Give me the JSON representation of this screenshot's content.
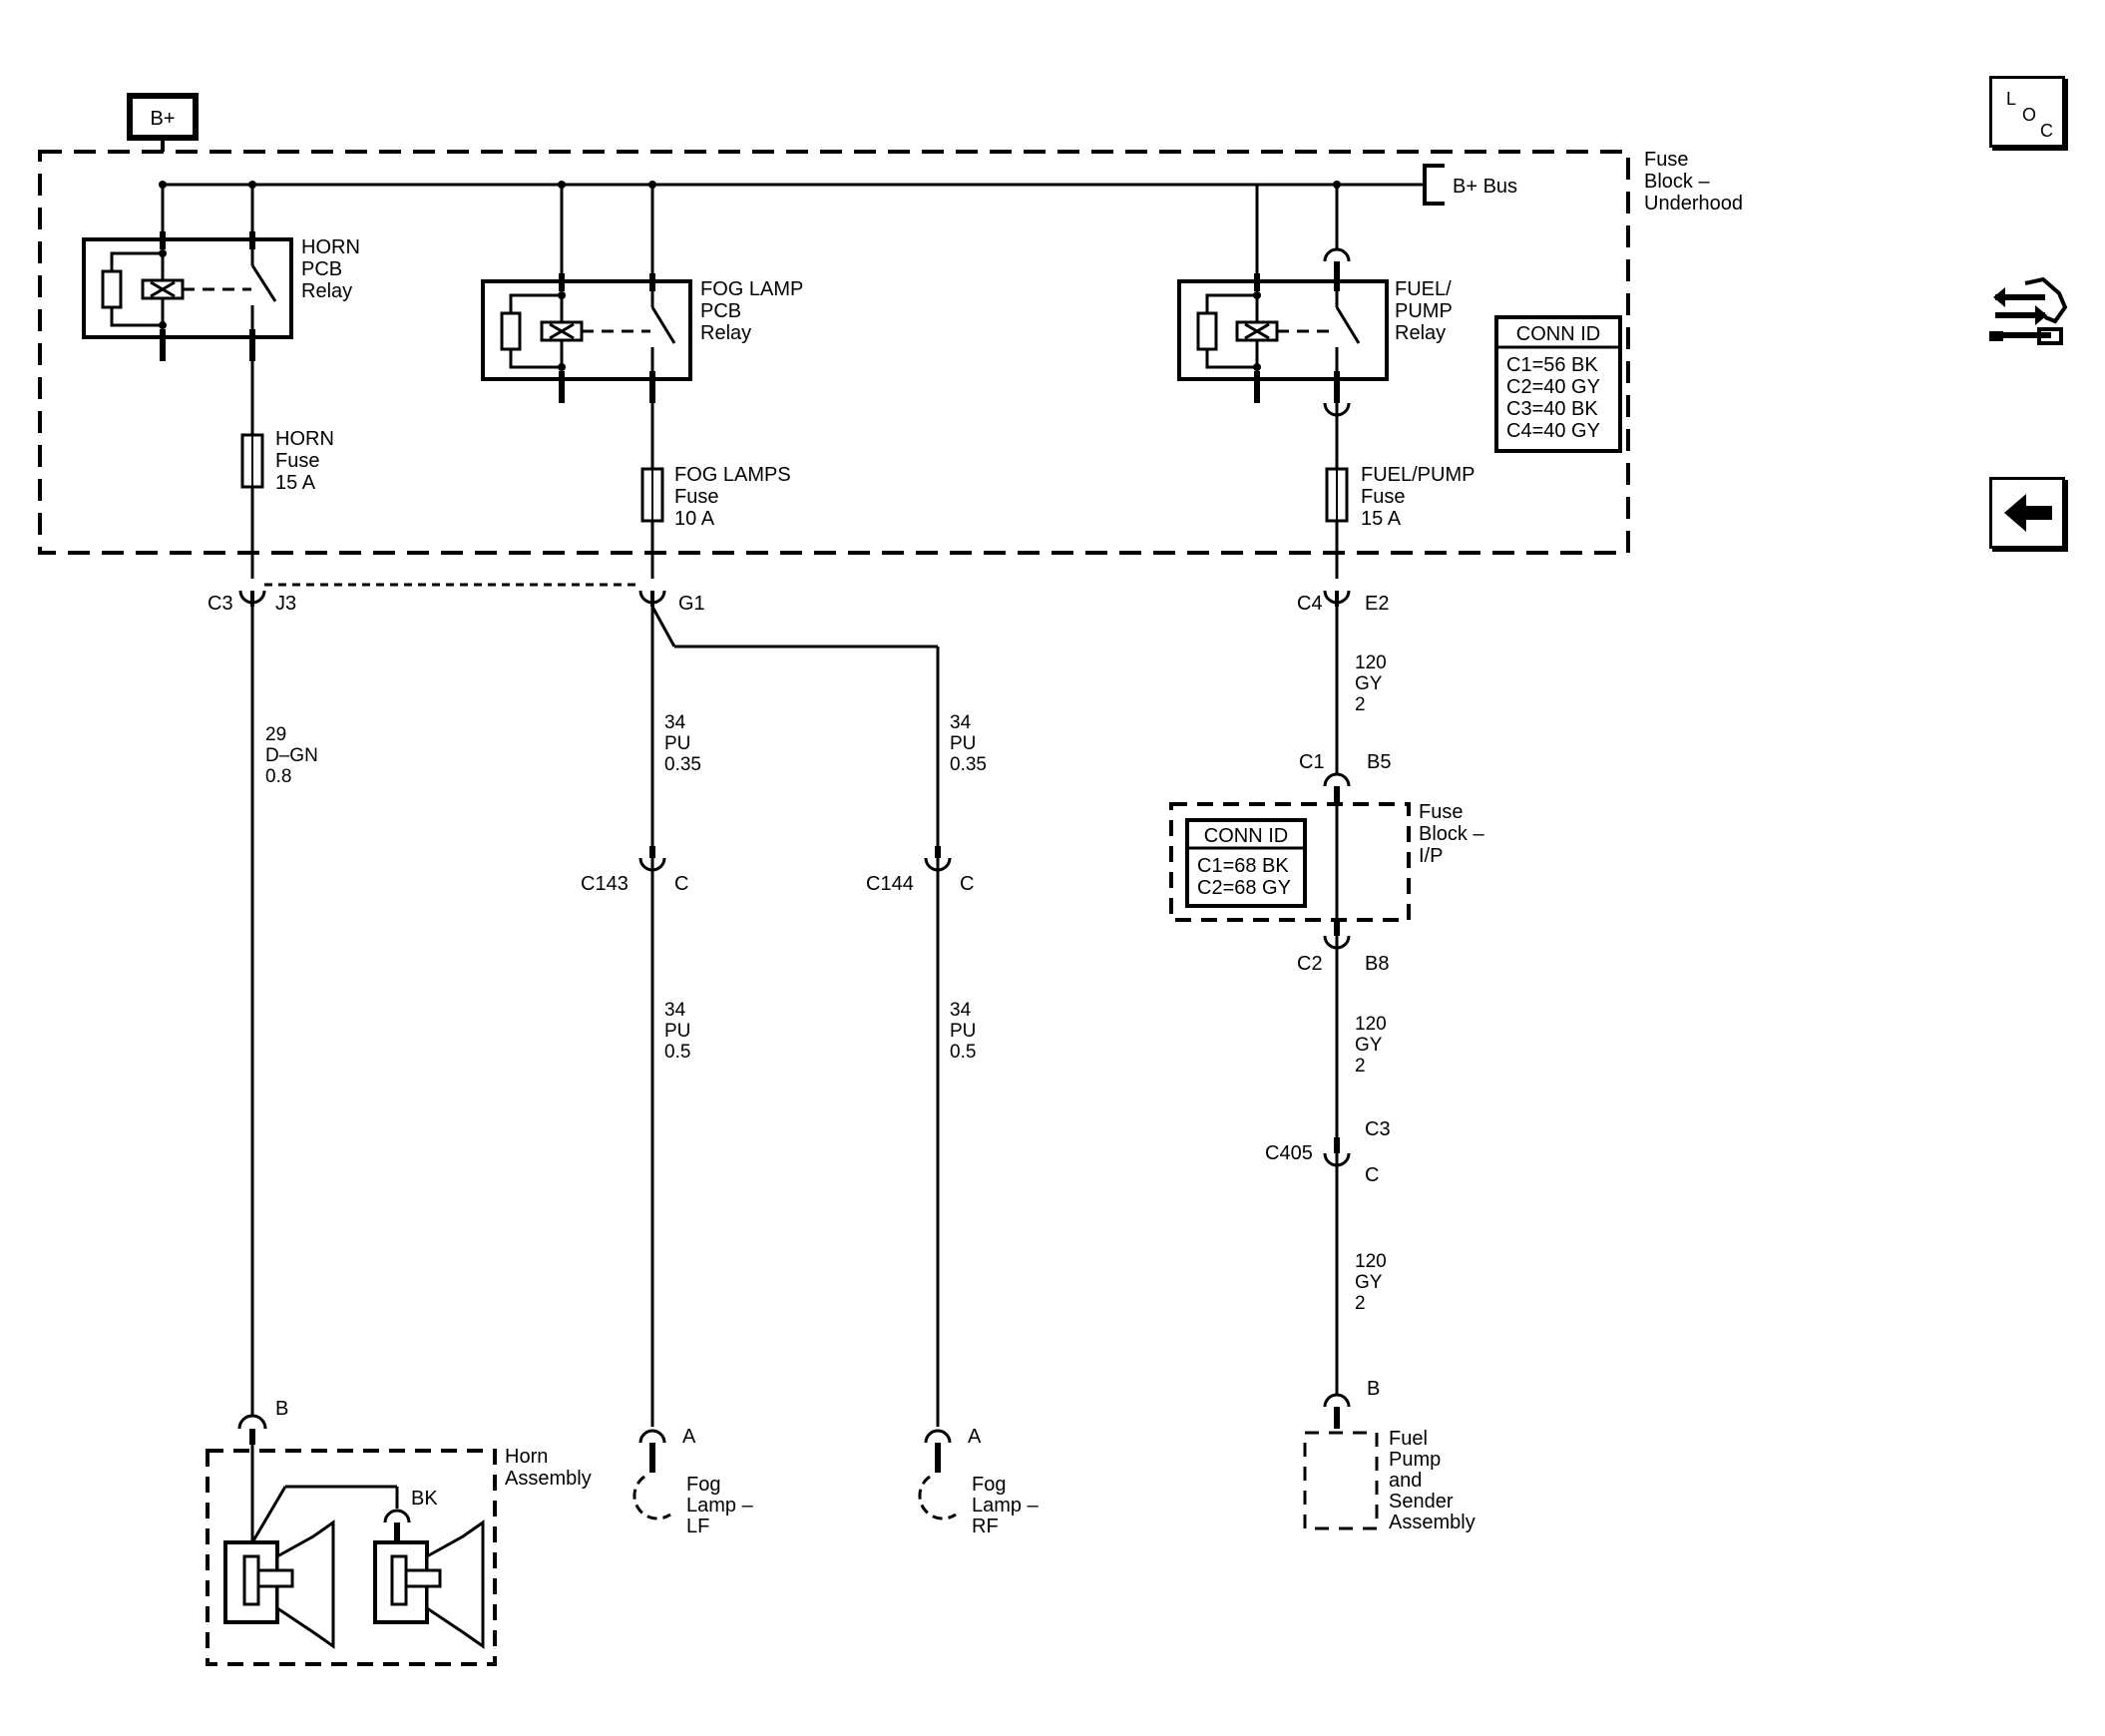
{
  "power": {
    "b_plus": "B+",
    "b_plus_bus": "B+ Bus"
  },
  "fuse_block_underhood": {
    "line1": "Fuse",
    "line2": "Block –",
    "line3": "Underhood"
  },
  "relays": {
    "horn": {
      "line1": "HORN",
      "line2": "PCB",
      "line3": "Relay"
    },
    "fog": {
      "line1": "FOG LAMP",
      "line2": "PCB",
      "line3": "Relay"
    },
    "fuel": {
      "line1": "FUEL/",
      "line2": "PUMP",
      "line3": "Relay"
    }
  },
  "fuses": {
    "horn": {
      "line1": "HORN",
      "line2": "Fuse",
      "line3": "15 A"
    },
    "fog": {
      "line1": "FOG LAMPS",
      "line2": "Fuse",
      "line3": "10 A"
    },
    "fuel": {
      "line1": "FUEL/PUMP",
      "line2": "Fuse",
      "line3": "15 A"
    }
  },
  "conn_id_underhood": {
    "title": "CONN ID",
    "rows": [
      "C1=56 BK",
      "C2=40 GY",
      "C3=40 BK",
      "C4=40 GY"
    ]
  },
  "conn_id_ip": {
    "title": "CONN ID",
    "rows": [
      "C1=68 BK",
      "C2=68 GY"
    ]
  },
  "fuse_block_ip": {
    "line1": "Fuse",
    "line2": "Block –",
    "line3": "I/P"
  },
  "connectors": {
    "horn_c3": "C3",
    "horn_j3": "J3",
    "fog_g1": "G1",
    "fuel_c4": "C4",
    "fuel_e2": "E2",
    "ip_c1": "C1",
    "ip_b5": "B5",
    "ip_c2": "C2",
    "ip_b8": "B8",
    "c405": "C405",
    "c405_c3": "C3",
    "c405_c": "C",
    "c143": "C143",
    "c143_c": "C",
    "c144": "C144",
    "c144_c": "C",
    "horn_b": "B",
    "horn_bk": "BK",
    "fog_lf_a": "A",
    "fog_rf_a": "A",
    "fuel_b": "B"
  },
  "wires": {
    "horn": [
      "29",
      "D–GN",
      "0.8"
    ],
    "fog_lf_upper": [
      "34",
      "PU",
      "0.35"
    ],
    "fog_rf_upper": [
      "34",
      "PU",
      "0.35"
    ],
    "fog_lf_lower": [
      "34",
      "PU",
      "0.5"
    ],
    "fog_rf_lower": [
      "34",
      "PU",
      "0.5"
    ],
    "fuel_1": [
      "120",
      "GY",
      "2"
    ],
    "fuel_2": [
      "120",
      "GY",
      "2"
    ],
    "fuel_3": [
      "120",
      "GY",
      "2"
    ]
  },
  "components": {
    "horn_assembly": {
      "line1": "Horn",
      "line2": "Assembly"
    },
    "fog_lf": {
      "line1": "Fog",
      "line2": "Lamp –",
      "line3": "LF"
    },
    "fog_rf": {
      "line1": "Fog",
      "line2": "Lamp –",
      "line3": "RF"
    },
    "fuel_pump": {
      "line1": "Fuel",
      "line2": "Pump",
      "line3": "and",
      "line4": "Sender",
      "line5": "Assembly"
    }
  },
  "nav": {
    "loc_l": "L",
    "loc_o": "O",
    "loc_c": "C"
  }
}
